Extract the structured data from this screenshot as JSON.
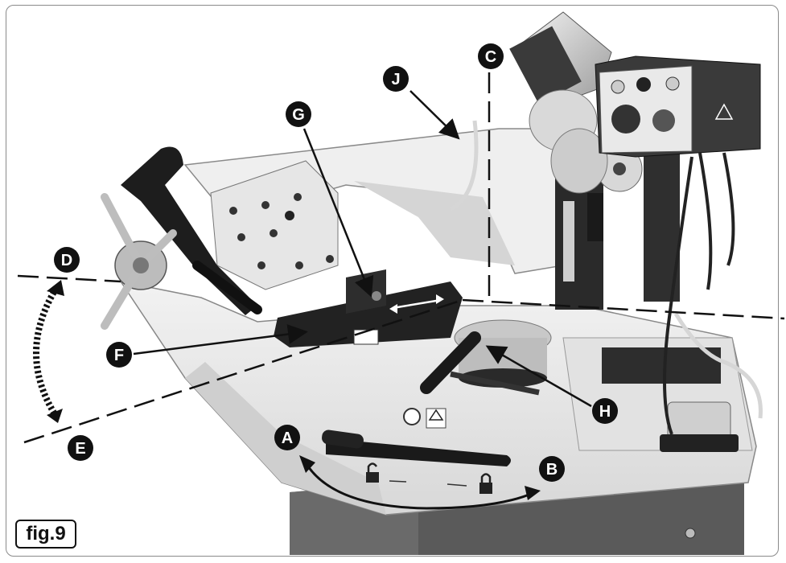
{
  "figure": {
    "label": "fig.9",
    "callouts": [
      "A",
      "B",
      "C",
      "D",
      "E",
      "F",
      "G",
      "H",
      "J"
    ]
  },
  "colors": {
    "callout_fill": "#111111",
    "callout_text": "#ffffff",
    "machine_light": "#e8e8e8",
    "machine_mid": "#b8b8b8",
    "machine_dark": "#2a2a2a"
  },
  "icons": [
    "unlock-icon",
    "lock-icon",
    "double-arrow-icon",
    "warning-triangle-icon"
  ]
}
